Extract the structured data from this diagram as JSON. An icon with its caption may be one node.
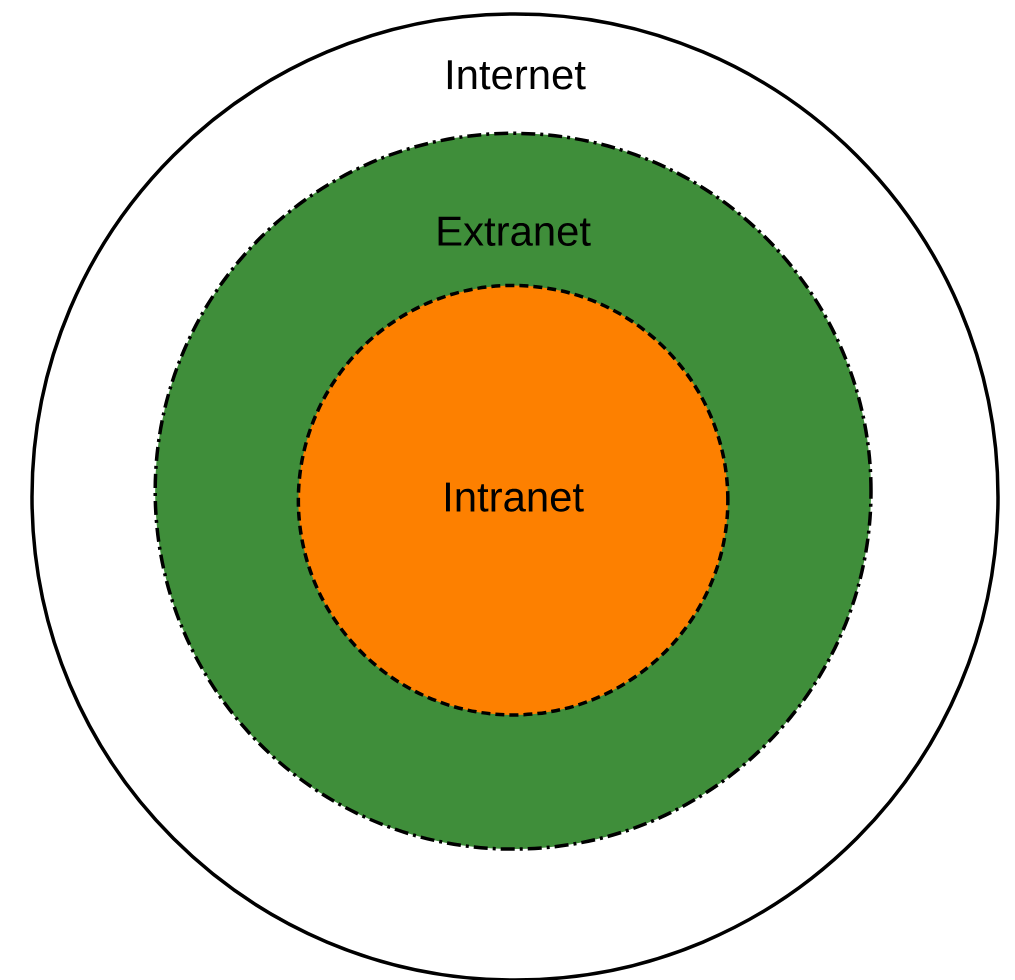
{
  "diagram": {
    "nodes": [
      {
        "text": [
          "Internet"
        ]
      },
      {
        "text": [
          "Extranet"
        ],
        "in": 0
      },
      {
        "text": [
          "Intranet"
        ],
        "in": 1
      }
    ]
  }
}
